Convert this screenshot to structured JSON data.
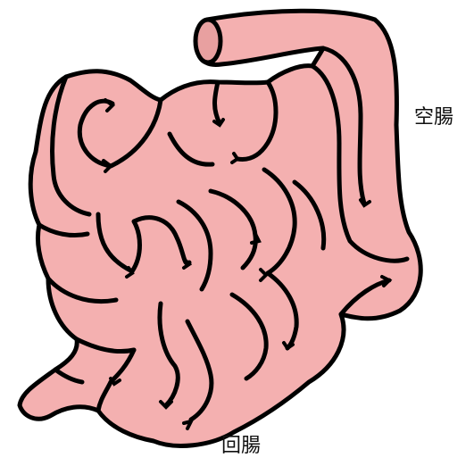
{
  "labels": {
    "jejunum": "空腸",
    "ileum": "回腸"
  },
  "colors": {
    "tissue": "#f4b0b0",
    "outline": "#000000",
    "background": "#ffffff",
    "text": "#111111"
  },
  "icons": {
    "organ": "small-intestine-illustration"
  }
}
